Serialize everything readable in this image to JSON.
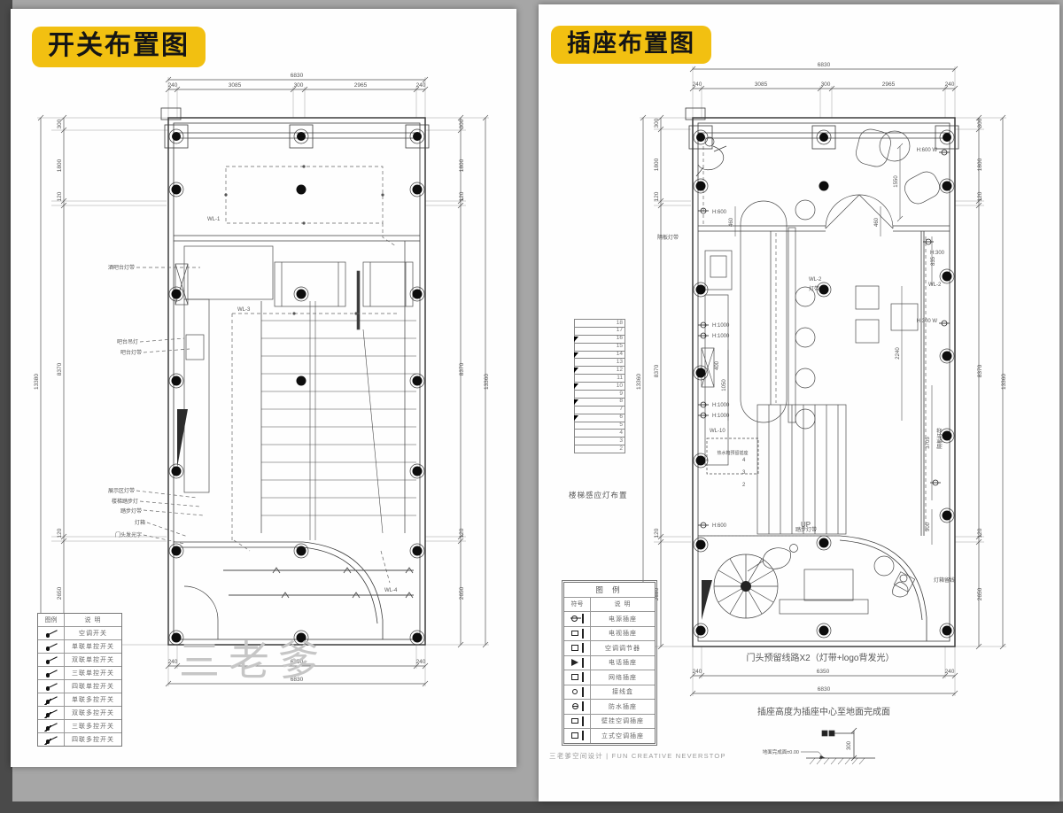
{
  "accent_yellow": "#f2c011",
  "left_page": {
    "title": "开关布置图",
    "watermark": "三老爹",
    "dims": {
      "top_total": "6830",
      "top_segments": [
        "240",
        "3085",
        "300",
        "2965",
        "240"
      ],
      "side_segments": [
        "300",
        "1800",
        "120",
        "8370",
        "120",
        "2650"
      ],
      "left_total": "13380",
      "right_total": "13360",
      "bottom_segments": [
        "240",
        "6350",
        "240"
      ],
      "bottom_total": "6830"
    },
    "circuits": {
      "wl1": "WL-1",
      "wl3": "WL-3",
      "wl4": "WL-4"
    },
    "labels": {
      "bar_counter_strip": "酒吧台灯带",
      "bar_pendant": "吧台吊灯",
      "bar_strip": "吧台灯带",
      "display_strip": "展示区灯带",
      "stair_step_light": "楼梯踏步灯",
      "step_strip": "踏步灯带",
      "light_box": "灯箱",
      "door_sign": "门头发光字"
    },
    "legend": {
      "headers": [
        "图例",
        "说  明"
      ],
      "rows": [
        "空调开关",
        "单联单控开关",
        "双联单控开关",
        "三联单控开关",
        "四联单控开关",
        "单联多控开关",
        "双联多控开关",
        "三联多控开关",
        "四联多控开关"
      ]
    }
  },
  "right_page": {
    "title": "插座布置图",
    "dims": {
      "top_total": "6830",
      "top_segments": [
        "240",
        "3085",
        "300",
        "2965",
        "240"
      ],
      "side_segments": [
        "300",
        "1800",
        "120",
        "8370",
        "120",
        "2650"
      ],
      "left_total": "13360",
      "right_total": "13360",
      "bottom_segments": [
        "240",
        "6350",
        "240"
      ],
      "bottom_total": "6830"
    },
    "interior_dims": {
      "d1550": "1550",
      "d460": "460",
      "d835": "835",
      "d2240": "2240",
      "d1050": "1050",
      "d400": "400",
      "d3705": "3705",
      "d900": "900"
    },
    "heights": {
      "h600": "H:600",
      "h1000": "H:1000",
      "h300": "H:300",
      "h300w": "H:300 W",
      "h600w": "H:600 W"
    },
    "circuits": {
      "wl2": "WL-2",
      "wl2_strip": "灯带",
      "wl10": "WL-10"
    },
    "labels": {
      "shelf_strip_left": "隔板灯带",
      "shelf_strip_right": "隔板灯带",
      "lightbox_wire": "灯箱留线",
      "step_strip": "踏步灯带",
      "water_socket": "热水箱预留插座",
      "up": "UP"
    },
    "stair_chart": {
      "numbers": [
        "18",
        "17",
        "16",
        "15",
        "14",
        "13",
        "12",
        "11",
        "10",
        "9",
        "8",
        "7",
        "6",
        "5",
        "4",
        "3",
        "2"
      ],
      "caption": "楼梯感应灯布置"
    },
    "stair_up_numbers": [
      "4",
      "3",
      "2"
    ],
    "notes": {
      "door_head": "门头预留线路X2（灯带+logo背发光）",
      "socket_height": "插座高度为插座中心至地面完成面",
      "floor_level": "地面完成面±0.00",
      "detail_height": "300"
    },
    "legend": {
      "title": "图  例",
      "headers": [
        "符号",
        "说  明"
      ],
      "rows": [
        "电源插座",
        "电视插座",
        "空调调节器",
        "电话插座",
        "网络插座",
        "接线盒",
        "防水插座",
        "壁挂空调插座",
        "立式空调插座"
      ]
    },
    "footer": "三老爹空间设计 | FUN CREATIVE NEVERSTOP"
  }
}
